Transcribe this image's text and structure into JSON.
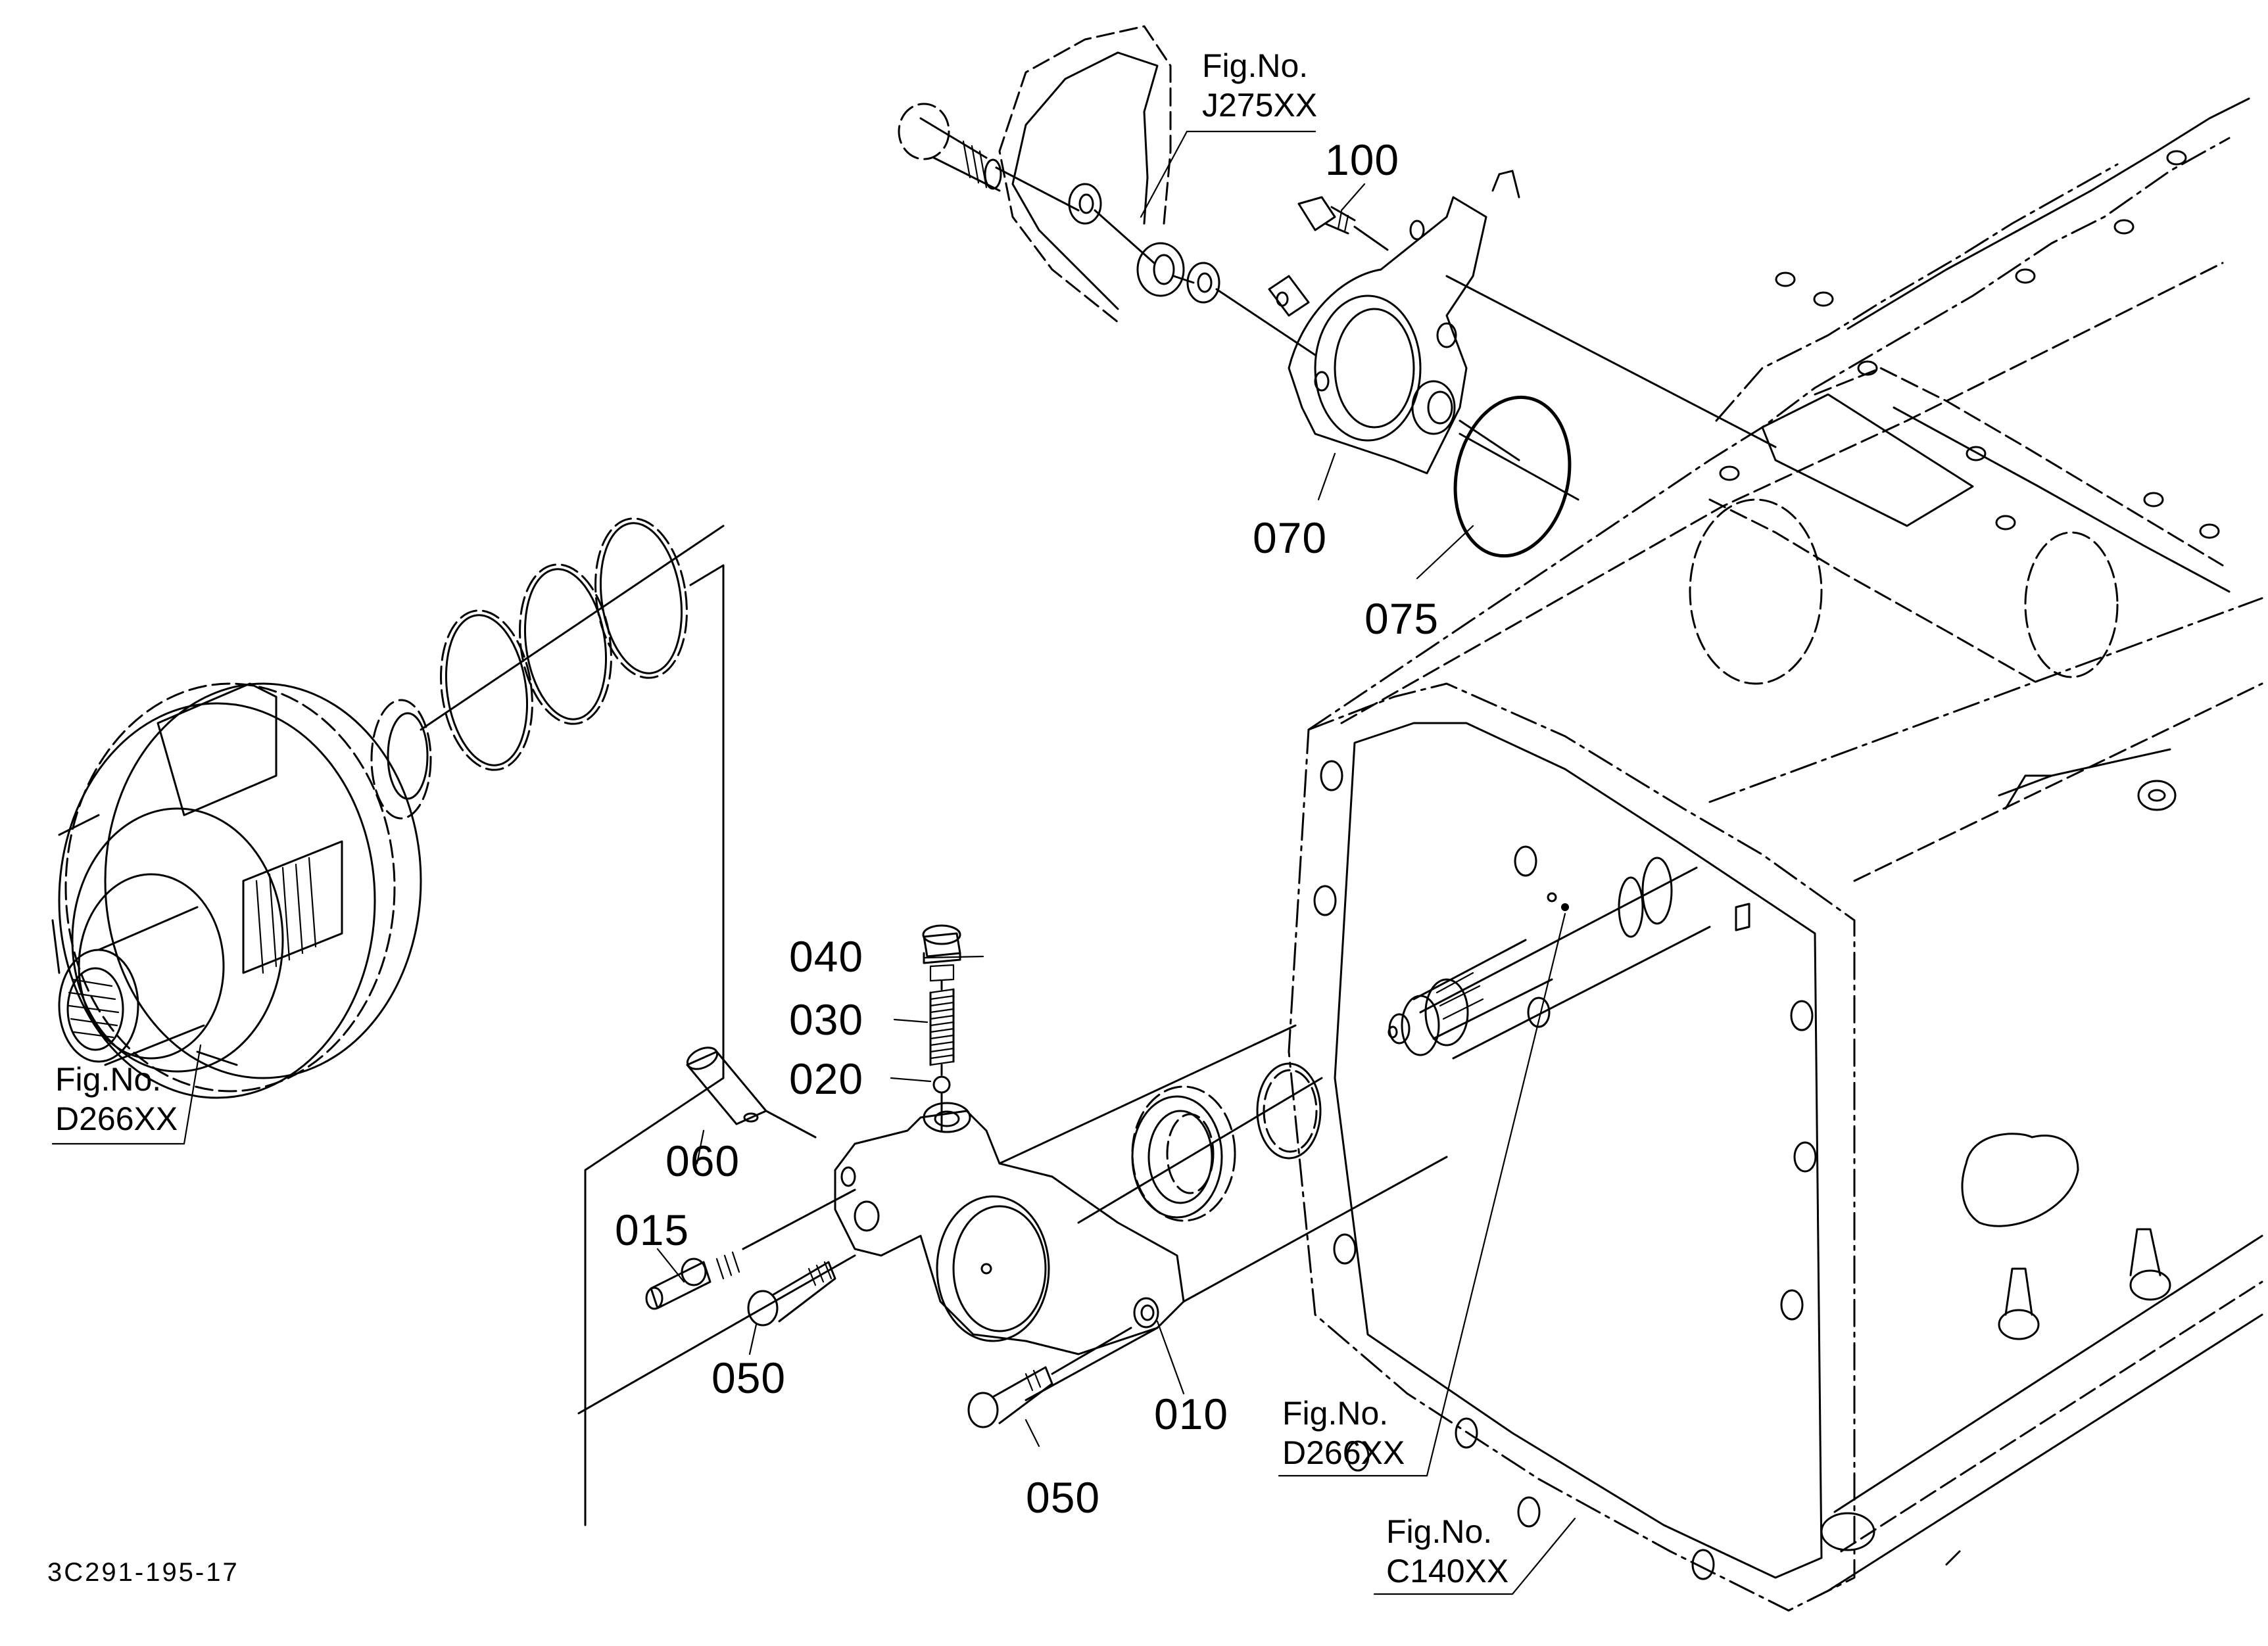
{
  "diagram": {
    "type": "exploded-parts-diagram",
    "illustration_code": "3C291-195-17",
    "part_callouts": [
      {
        "id": "p100",
        "number": "100"
      },
      {
        "id": "p070",
        "number": "070"
      },
      {
        "id": "p075",
        "number": "075"
      },
      {
        "id": "p040",
        "number": "040"
      },
      {
        "id": "p030",
        "number": "030"
      },
      {
        "id": "p020",
        "number": "020"
      },
      {
        "id": "p060",
        "number": "060"
      },
      {
        "id": "p015",
        "number": "015"
      },
      {
        "id": "p050a",
        "number": "050"
      },
      {
        "id": "p050b",
        "number": "050"
      },
      {
        "id": "p010",
        "number": "010"
      }
    ],
    "figure_references": [
      {
        "id": "ref-j275",
        "prefix": "Fig.No.",
        "figure": "J275XX"
      },
      {
        "id": "ref-d266-left",
        "prefix": "Fig.No.",
        "figure": "D266XX"
      },
      {
        "id": "ref-d266-right",
        "prefix": "Fig.No.",
        "figure": "D266XX"
      },
      {
        "id": "ref-c140",
        "prefix": "Fig.No.",
        "figure": "C140XX"
      }
    ],
    "colors": {
      "line": "#000000",
      "background": "#ffffff"
    }
  }
}
